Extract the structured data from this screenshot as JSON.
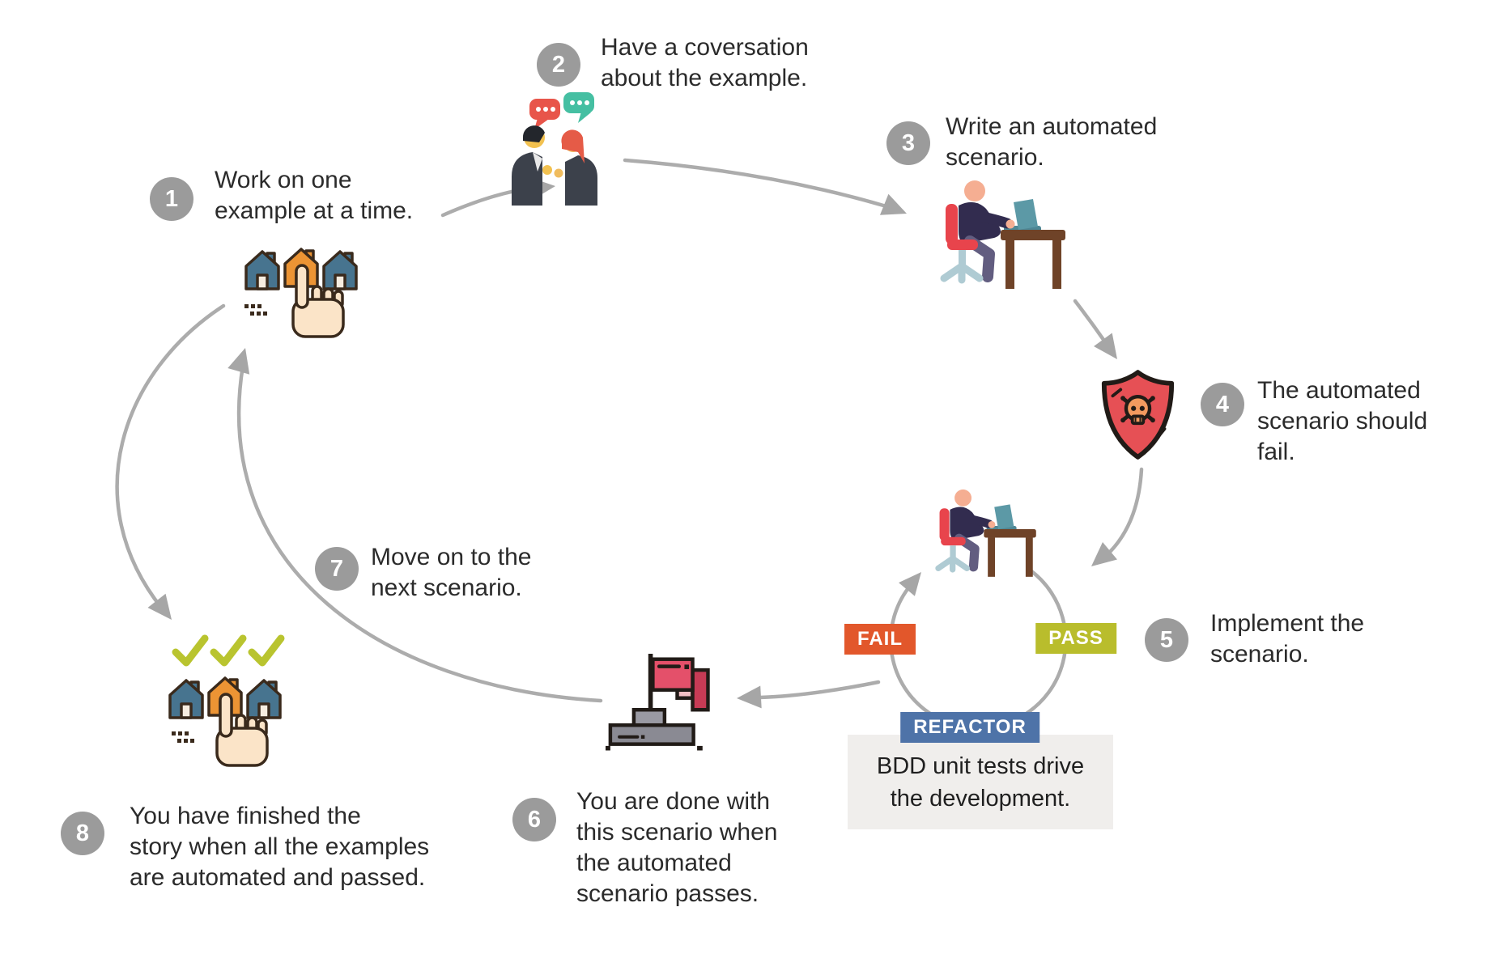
{
  "diagram": {
    "steps": [
      {
        "number": "1",
        "lines": [
          "Work on one",
          "example at a time."
        ]
      },
      {
        "number": "2",
        "lines": [
          "Have a coversation",
          "about the example."
        ]
      },
      {
        "number": "3",
        "lines": [
          "Write an automated",
          "scenario."
        ]
      },
      {
        "number": "4",
        "lines": [
          "The automated",
          "scenario should",
          "fail."
        ]
      },
      {
        "number": "5",
        "lines": [
          "Implement the",
          "scenario."
        ]
      },
      {
        "number": "6",
        "lines": [
          "You are done with",
          "this scenario when",
          "the automated",
          "scenario passes."
        ]
      },
      {
        "number": "7",
        "lines": [
          "Move on to the",
          "next scenario."
        ]
      },
      {
        "number": "8",
        "lines": [
          "You have finished the",
          "story when all the examples",
          "are automated and passed."
        ]
      }
    ],
    "cycle": {
      "fail_label": "FAIL",
      "pass_label": "PASS",
      "refactor_label": "REFACTOR",
      "caption_lines": [
        "BDD unit tests drive",
        "the development."
      ]
    },
    "icons": [
      "houses-select-icon",
      "conversation-icon",
      "developer-desk-icon",
      "fail-shield-icon",
      "developer-desk-icon",
      "milestone-flag-icon",
      "houses-complete-icon"
    ],
    "colors": {
      "fail": "#E2572B",
      "pass": "#B9BD2C",
      "refactor": "#4E73A8",
      "step_badge": "#9B9B9B",
      "arrow": "#ACACAC",
      "caption_bg": "#F0EEEC",
      "text": "#2B2B2B",
      "check": "#B9C42F",
      "house_blue": "#47748F",
      "house_orange": "#EC9434",
      "shield_red": "#E65055",
      "flag_red": "#E4506A"
    }
  }
}
